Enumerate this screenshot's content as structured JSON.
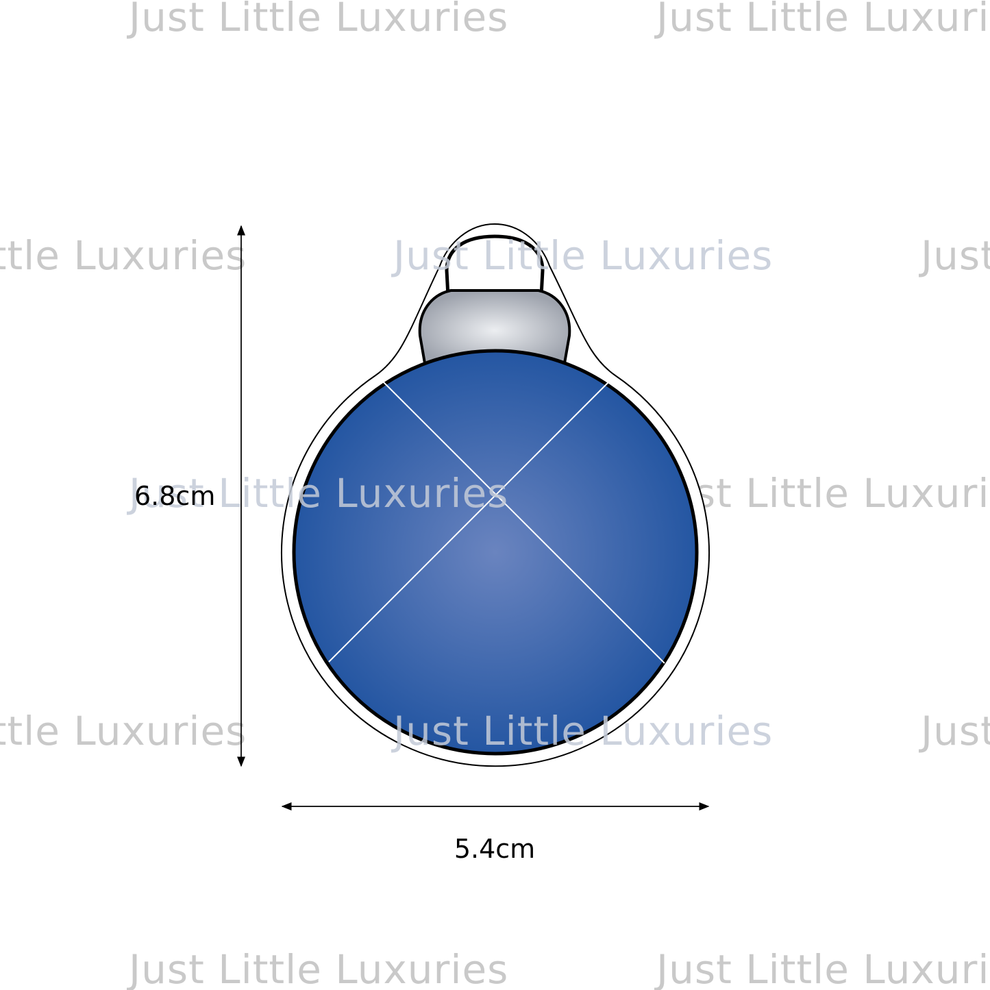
{
  "watermark": {
    "text": "Just Little Luxuries"
  },
  "dimensions": {
    "height_label": "6.8cm",
    "width_label": "5.4cm"
  },
  "colors": {
    "bauble_blue": "#2456a2",
    "bauble_highlight": "#6a84bf",
    "cap_silver": "#a3a8b1",
    "cap_highlight": "#eceef1",
    "outline": "#000000",
    "watermark": "#c9c9c9"
  }
}
